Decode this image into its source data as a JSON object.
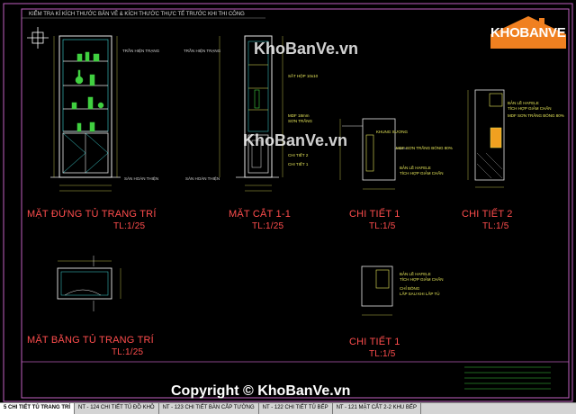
{
  "header_note": "KIỂM TRA KÍ KÍCH THƯỚC BẢN VẼ & KÍCH THƯỚC THỰC TẾ TRƯỚC KHI THI CÔNG",
  "views": [
    {
      "title": "MẶT ĐỨNG TỦ TRANG TRÍ",
      "scale": "TL:1/25"
    },
    {
      "title": "MẶT CẮT 1-1",
      "scale": "TL:1/25"
    },
    {
      "title": "CHI TIẾT 1",
      "scale": "TL:1/5"
    },
    {
      "title": "CHI TIẾT 2",
      "scale": "TL:1/5"
    },
    {
      "title": "MẶT BẰNG TỦ TRANG TRÍ",
      "scale": "TL:1/25"
    },
    {
      "title": "CHI TIẾT 1",
      "scale": "TL:1/5"
    }
  ],
  "annotations": {
    "tran_hien_trang_1": "TRẦN HIỆN TRẠNG",
    "tran_hien_trang_2": "TRẦN HIỆN TRẠNG",
    "san_hoan_thien_1": "SÀN HOÀN THIỆN",
    "san_hoan_thien_2": "SÀN HOÀN THIỆN",
    "mdf_sat": "MDF 18mm",
    "son_trang": "SƠN TRẮNG",
    "sat_hop": "SẮT HỘP 10x10",
    "chi_tiet_2": "CHI TIẾT 2",
    "chi_tiet_1_small": "CHI TIẾT 1",
    "khung_xuong": "KHUNG XƯƠNG",
    "mdf_son_trang_bong": "MDF SƠN TRẮNG BÓNG 80%",
    "ban_le": "BẢN LỀ HAFELE",
    "tich_hop": "TÍCH HỢP GIẢM CHẤN",
    "ban_le_2": "BẢN LỀ HAFELE",
    "tich_hop_2": "TÍCH HỢP GIẢM CHẤN",
    "mdf_son_trang_bong_2": "MDF SƠN TRẮNG BÓNG 80%",
    "ban_le_3": "BẢN LỀ HAFELE",
    "tich_hop_3": "TÍCH HỢP GIẢM CHẤN",
    "chi_bong": "CHỈ BÓNG",
    "lap_sau": "LẮP SAU KHI LẮP TỦ"
  },
  "watermarks": {
    "mid1": "KhoBanVe.vn",
    "mid2": "KhoBanVe.vn",
    "logo": "KHOBANVE",
    "copyright": "Copyright © KhoBanVe.vn"
  },
  "tabs": [
    {
      "label": "5 CHI TIẾT TỦ TRANG TRÍ",
      "active": true
    },
    {
      "label": "NT - 124 CHI TIẾT TỦ ĐỒ KHÔ",
      "active": false
    },
    {
      "label": "NT - 123 CHI TIẾT BÀN CẮP TƯỜNG",
      "active": false
    },
    {
      "label": "NT - 122 CHI TIẾT TỦ BẾP",
      "active": false
    },
    {
      "label": "NT - 121 MẶT CẮT 2-2 KHU BẾP",
      "active": false
    }
  ],
  "colors": {
    "background": "#000000",
    "frame": "#c060c0",
    "title_text": "#ff4d4d",
    "cad_white": "#e8e8e8",
    "cad_yellow": "#e8e85a",
    "cad_green": "#40d040",
    "cad_cyan": "#40d8d8",
    "logo_orange": "#f08020"
  }
}
